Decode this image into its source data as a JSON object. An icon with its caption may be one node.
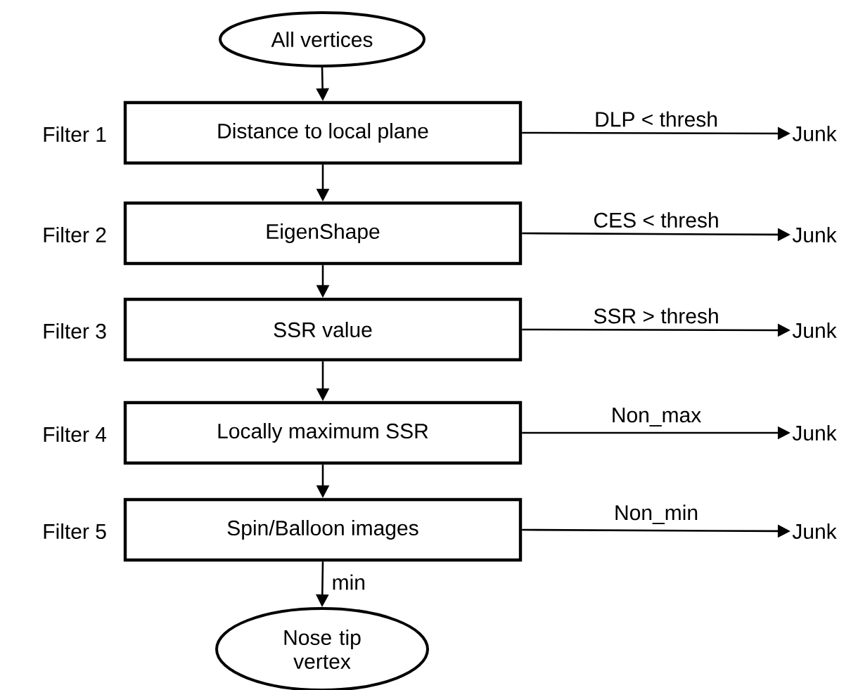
{
  "diagram": {
    "nodes": [
      {
        "text": [
          "All vertices"
        ]
      },
      {
        "text": [
          "Distance to local plane"
        ],
        "beside": [
          "Filter 1"
        ]
      },
      {
        "text": [
          "EigenShape"
        ],
        "beside": [
          "Filter 2"
        ]
      },
      {
        "text": [
          "SSR value"
        ],
        "beside": [
          "Filter 3"
        ]
      },
      {
        "text": [
          "Locally maximum SSR"
        ],
        "beside": [
          "Filter 4"
        ]
      },
      {
        "text": [
          "Spin/Balloon images"
        ],
        "beside": [
          "Filter 5"
        ]
      },
      {
        "text": [
          "Nose tip vertex"
        ]
      },
      {
        "text": [
          "Junk"
        ]
      },
      {
        "text": [
          "Junk"
        ]
      },
      {
        "text": [
          "Junk"
        ]
      },
      {
        "text": [
          "Junk"
        ]
      },
      {
        "text": [
          "Junk"
        ]
      }
    ],
    "edges": [
      {
        "from": 0,
        "to": 1,
        "arrow": "to"
      },
      {
        "from": 1,
        "to": 2,
        "arrow": "to"
      },
      {
        "from": 2,
        "to": 3,
        "arrow": "to"
      },
      {
        "from": 3,
        "to": 4,
        "arrow": "to"
      },
      {
        "from": 4,
        "to": 5,
        "arrow": "to"
      },
      {
        "from": 5,
        "to": 6,
        "arrow": "to",
        "label": "min"
      },
      {
        "from": 1,
        "to": 7,
        "arrow": "to",
        "label": "DLP < thresh"
      },
      {
        "from": 2,
        "to": 8,
        "arrow": "to",
        "label": "CES < thresh"
      },
      {
        "from": 3,
        "to": 9,
        "arrow": "to",
        "label": "SSR > thresh"
      },
      {
        "from": 4,
        "to": 10,
        "arrow": "to",
        "label": "Non_max"
      },
      {
        "from": 5,
        "to": 11,
        "arrow": "to",
        "label": "Non_min"
      }
    ]
  }
}
